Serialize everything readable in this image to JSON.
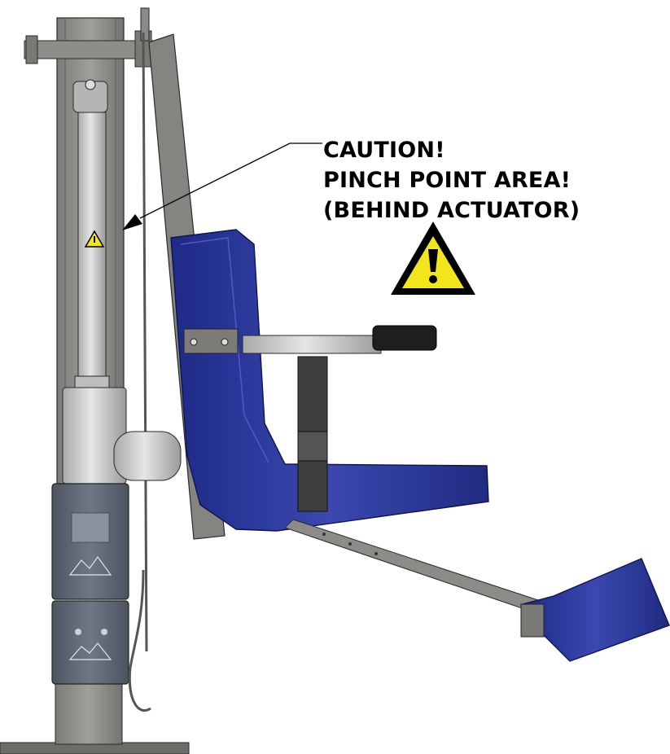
{
  "warning": {
    "lines": [
      "CAUTION!",
      "PINCH POINT AREA!",
      "(BEHIND ACTUATOR)"
    ],
    "icon": "warning-triangle-icon"
  },
  "colors": {
    "seat_blue": "#2d3a9c",
    "mast_gray": "#8f8f8c",
    "actuator_silver": "#cfcfcf",
    "warning_yellow": "#f2e51a",
    "control_box": "#5f6673"
  }
}
